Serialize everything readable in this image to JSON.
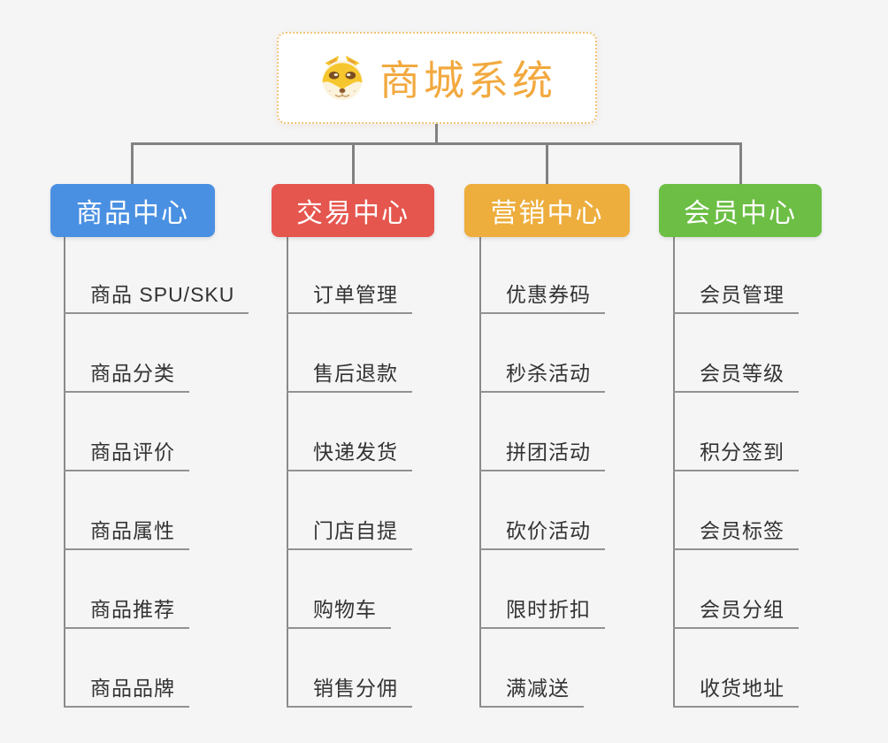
{
  "diagram": {
    "title": "商城系统 mind map",
    "root": {
      "label": "商城系统",
      "icon": "doge-face-icon",
      "text_color": "#F2A93F",
      "border_color": "#F1C37A"
    },
    "connector_color": "#828282",
    "leaf_underline_color": "#929292",
    "leaf_text_color": "#333333",
    "background_color": "#F5F5F6",
    "branches": [
      {
        "label": "商品中心",
        "color": "#4A90E2",
        "children": [
          "商品 SPU/SKU",
          "商品分类",
          "商品评价",
          "商品属性",
          "商品推荐",
          "商品品牌"
        ]
      },
      {
        "label": "交易中心",
        "color": "#E5564F",
        "children": [
          "订单管理",
          "售后退款",
          "快递发货",
          "门店自提",
          "购物车",
          "销售分佣"
        ]
      },
      {
        "label": "营销中心",
        "color": "#EDAE3D",
        "children": [
          "优惠券码",
          "秒杀活动",
          "拼团活动",
          "砍价活动",
          "限时折扣",
          "满减送"
        ]
      },
      {
        "label": "会员中心",
        "color": "#6CBE44",
        "children": [
          "会员管理",
          "会员等级",
          "积分签到",
          "会员标签",
          "会员分组",
          "收货地址"
        ]
      }
    ]
  }
}
